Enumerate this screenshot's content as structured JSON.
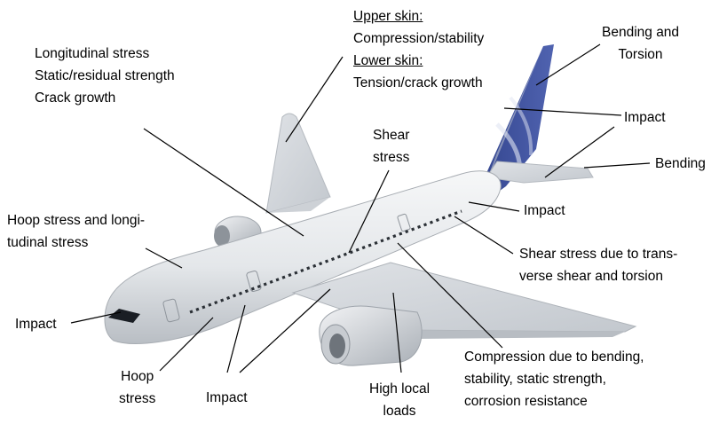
{
  "labels": {
    "longitudinal": [
      "Longitudinal stress",
      "Static/residual strength",
      "Crack growth"
    ],
    "upper_skin_title": "Upper skin:",
    "upper_skin_text": "Compression/stability",
    "lower_skin_title": "Lower skin:",
    "lower_skin_text": "Tension/crack growth",
    "bending_torsion": [
      "Bending and",
      "Torsion"
    ],
    "impact_tail": "Impact",
    "bending_stab": "Bending",
    "shear_stress": [
      "Shear",
      "stress"
    ],
    "impact_rear": "Impact",
    "hoop_long": [
      "Hoop stress and longi-",
      "tudinal stress"
    ],
    "shear_transverse": [
      "Shear stress due to trans-",
      "verse shear and torsion"
    ],
    "impact_nose": "Impact",
    "hoop_stress": [
      "Hoop",
      "stress"
    ],
    "impact_belly": "Impact",
    "high_local": [
      "High local",
      "loads"
    ],
    "compression": [
      "Compression due to bending,",
      "stability, static strength,",
      "corrosion resistance"
    ]
  },
  "colors": {
    "fuselage": "#e9ecef",
    "tail_blue": "#3a4f9a",
    "leader": "#000000"
  }
}
